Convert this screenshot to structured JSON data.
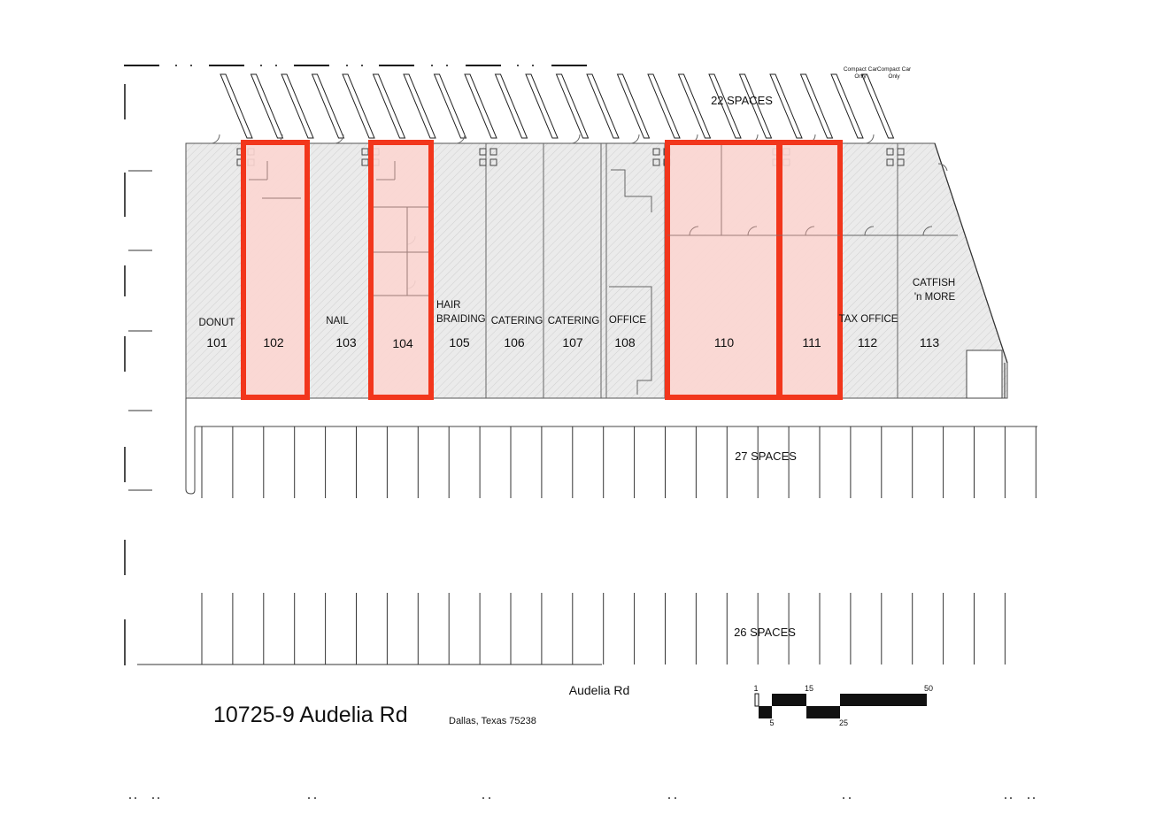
{
  "title": "10725-9 Audelia Rd",
  "address": "Dallas, Texas 75238",
  "road": "Audelia Rd",
  "parking": {
    "top": "22 SPACES",
    "middle": "27 SPACES",
    "bottom": "26 SPACES",
    "compact_1": "Compact Car",
    "compact_2": "Compact Car",
    "compact_only_1": "Only",
    "compact_only_2": "Only"
  },
  "units": [
    {
      "number": "101",
      "tenant": "DONUT",
      "available": false
    },
    {
      "number": "102",
      "tenant": "",
      "available": true
    },
    {
      "number": "103",
      "tenant": "NAIL",
      "available": false
    },
    {
      "number": "104",
      "tenant": "",
      "available": true
    },
    {
      "number": "105",
      "tenant": "HAIR BRAIDING",
      "tenant_line1": "HAIR",
      "tenant_line2": "BRAIDING",
      "available": false
    },
    {
      "number": "106",
      "tenant": "CATERING",
      "available": false
    },
    {
      "number": "107",
      "tenant": "CATERING",
      "available": false
    },
    {
      "number": "108",
      "tenant": "OFFICE",
      "available": false
    },
    {
      "number": "110",
      "tenant": "",
      "available": true
    },
    {
      "number": "111",
      "tenant": "",
      "available": true
    },
    {
      "number": "112",
      "tenant": "TAX OFFICE",
      "available": false
    },
    {
      "number": "113",
      "tenant": "CATFISH 'n MORE",
      "tenant_line1": "CATFISH",
      "tenant_line2": "'n MORE",
      "available": false
    }
  ],
  "scale_bar": {
    "t1": "1",
    "t5": "5",
    "t15": "15",
    "t25": "25",
    "t50": "50"
  },
  "colors": {
    "highlight_stroke": "#f2361c",
    "highlight_fill": "#fcd6d1",
    "building_fill": "#e9e9e9"
  }
}
